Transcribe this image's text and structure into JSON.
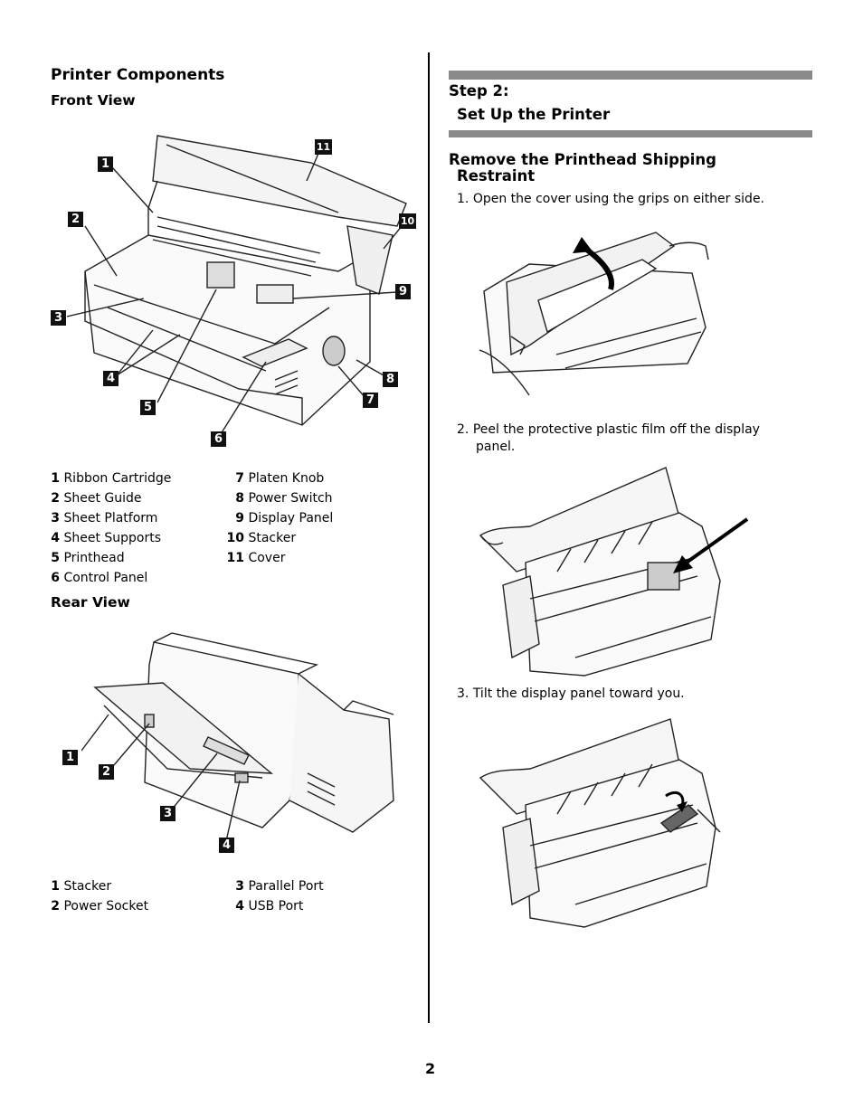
{
  "left": {
    "title": "Printer Components",
    "front_view": {
      "heading": "Front View",
      "callouts": [
        "1",
        "2",
        "3",
        "4",
        "5",
        "6",
        "7",
        "8",
        "9",
        "10",
        "11"
      ],
      "legend": [
        {
          "num": "1",
          "label": "Ribbon Cartridge"
        },
        {
          "num": "2",
          "label": "Sheet Guide"
        },
        {
          "num": "3",
          "label": "Sheet Platform"
        },
        {
          "num": "4",
          "label": "Sheet Supports"
        },
        {
          "num": "5",
          "label": "Printhead"
        },
        {
          "num": "6",
          "label": "Control Panel"
        },
        {
          "num": "7",
          "label": "Platen Knob"
        },
        {
          "num": "8",
          "label": "Power Switch"
        },
        {
          "num": "9",
          "label": "Display Panel"
        },
        {
          "num": "10",
          "label": "Stacker"
        },
        {
          "num": "11",
          "label": "Cover"
        }
      ]
    },
    "rear_view": {
      "heading": "Rear View",
      "callouts": [
        "1",
        "2",
        "3",
        "4"
      ],
      "legend": [
        {
          "num": "1",
          "label": "Stacker"
        },
        {
          "num": "2",
          "label": "Power Socket"
        },
        {
          "num": "3",
          "label": "Parallel Port"
        },
        {
          "num": "4",
          "label": "USB Port"
        }
      ]
    }
  },
  "right": {
    "step_label": "Step 2:",
    "step_title": "Set Up the Printer",
    "section_title_line1": "Remove the Printhead Shipping",
    "section_title_line2": "Restraint",
    "steps": [
      {
        "num": "1.",
        "text": "Open the cover using the grips on either side."
      },
      {
        "num": "2.",
        "text_line1": "Peel the protective plastic film off the display",
        "text_line2": "panel."
      },
      {
        "num": "3.",
        "text": "Tilt the display panel toward you."
      }
    ]
  },
  "page_number": "2"
}
